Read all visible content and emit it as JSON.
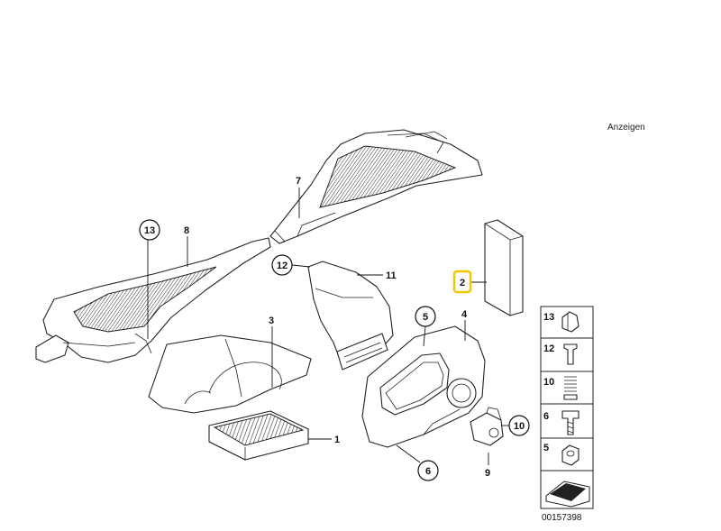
{
  "anzeigen_label": "Anzeigen",
  "highlight_color": "#f2c500",
  "diagram_number": "00157398",
  "callouts": {
    "c1": "1",
    "c2": "2",
    "c3": "3",
    "c4": "4",
    "c5": "5",
    "c6": "6",
    "c7": "7",
    "c8": "8",
    "c9": "9",
    "c10": "10",
    "c11": "11",
    "c12": "12",
    "c13": "13"
  },
  "legend": {
    "i13": "13",
    "i12": "12",
    "i10": "10",
    "i6": "6",
    "i5": "5"
  }
}
